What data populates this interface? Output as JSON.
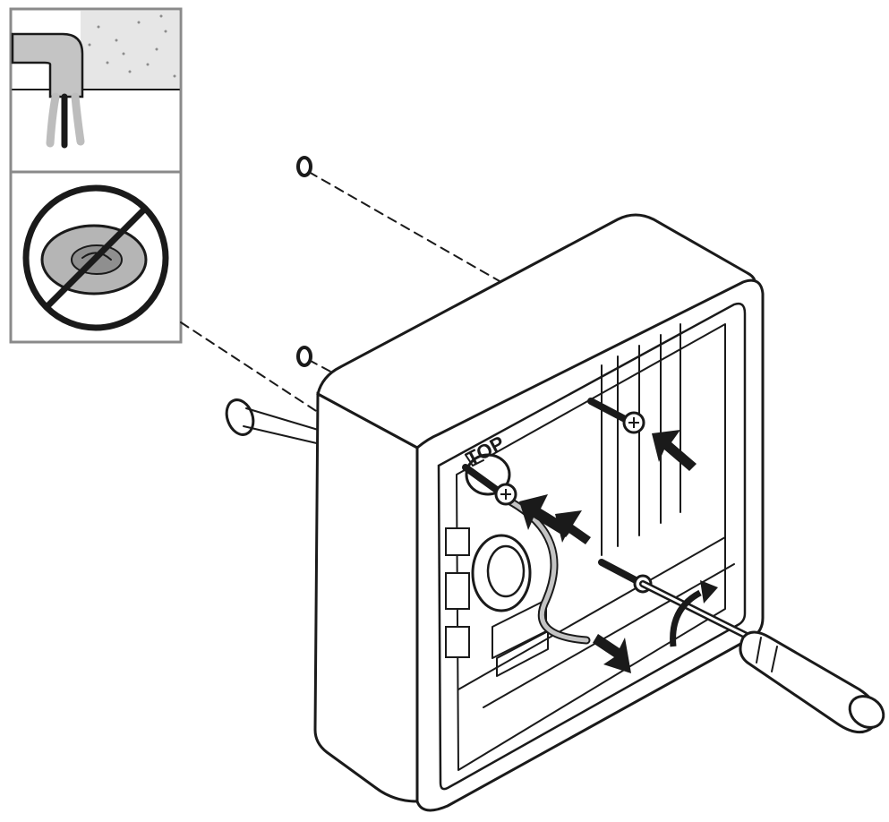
{
  "printed_label": "TOP",
  "colors": {
    "line": "#1a1a1a",
    "panel_border": "#8a8a8a",
    "grey_fill": "#b5b5b5",
    "dark_grey": "#6f6f6f",
    "background": "#ffffff"
  },
  "panels": [
    {
      "name": "correct-cable-entry",
      "marker": "none"
    },
    {
      "name": "prohibited-sealant",
      "marker": "prohibition-sign-icon"
    }
  ],
  "icons": [
    "wall-anchor-icon",
    "screw-icon",
    "screwdriver-icon",
    "arrow-icon",
    "rotate-arrow-icon",
    "cable-icon",
    "prohibition-sign-icon"
  ]
}
